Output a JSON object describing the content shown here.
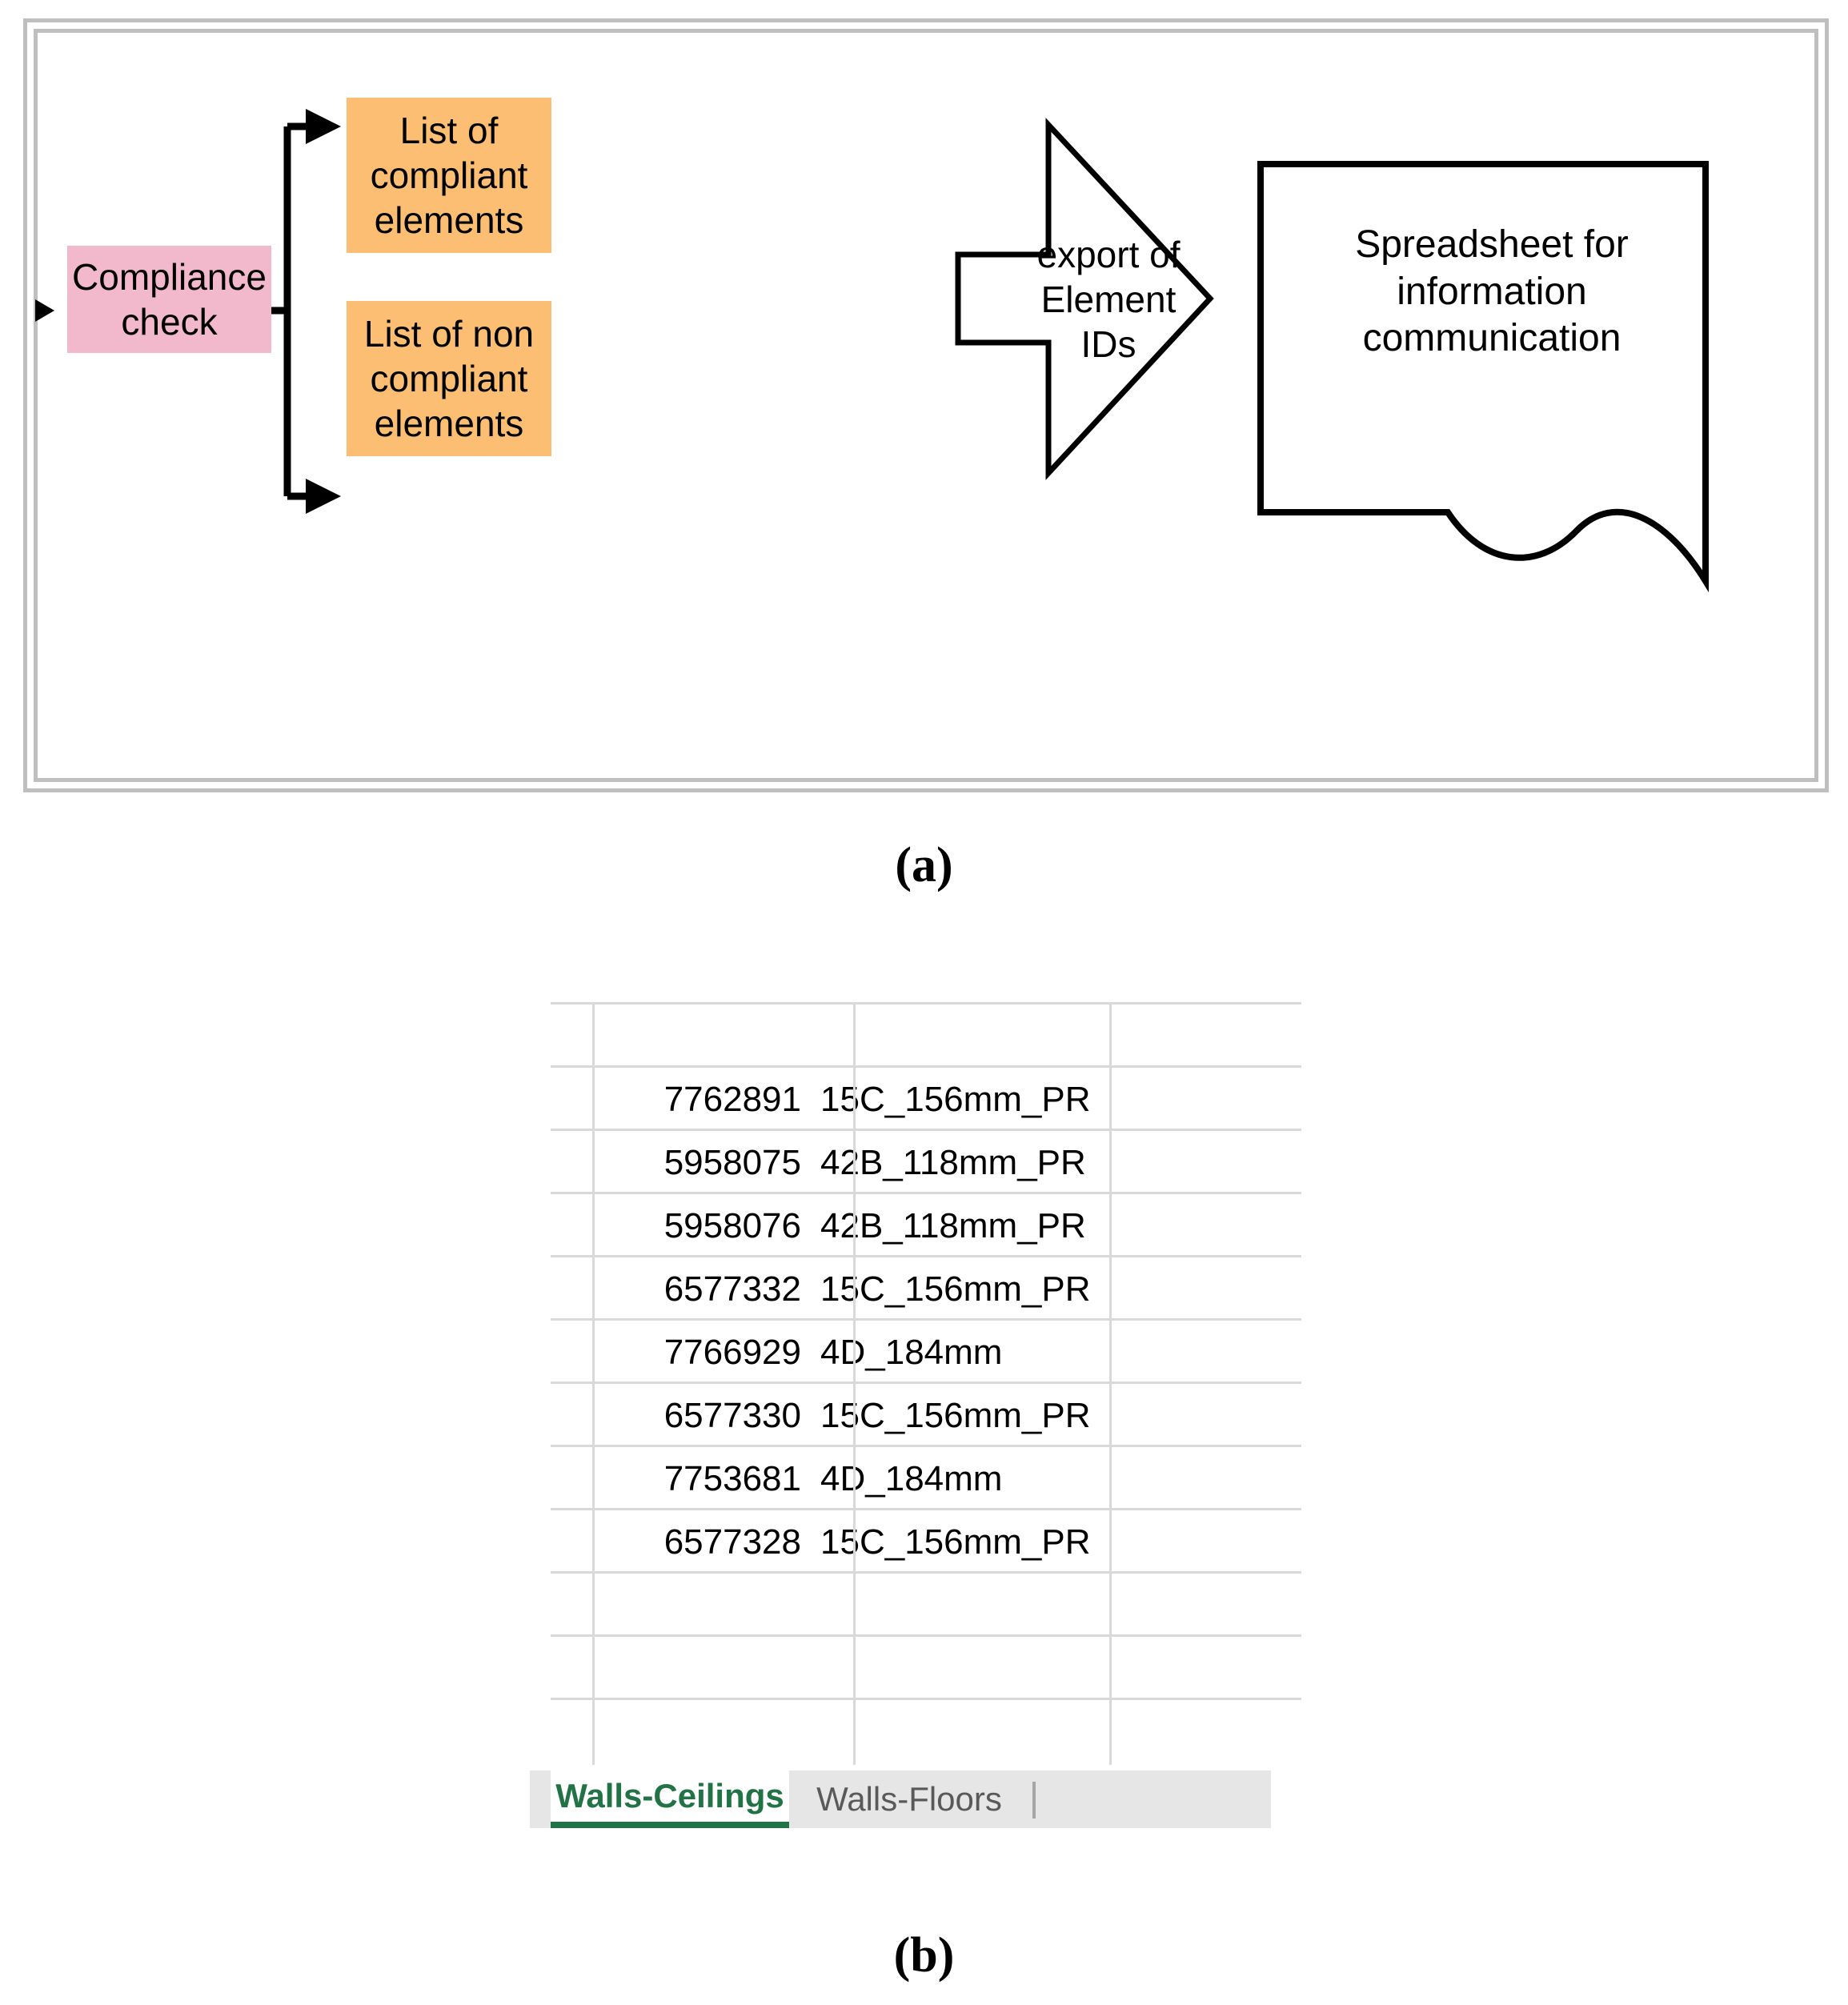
{
  "panel_a": {
    "caption": "(a)",
    "nodes": [
      {
        "id": "compliance-check",
        "label": "Compliance\ncheck",
        "color": "#F2B8CB",
        "shape": "rect"
      },
      {
        "id": "list-compliant",
        "label": "List of\ncompliant\nelements",
        "color": "#FBBE72",
        "shape": "rect"
      },
      {
        "id": "list-noncompliant",
        "label": "List of non\ncompliant\nelements",
        "color": "#FBBE72",
        "shape": "rect"
      },
      {
        "id": "export-element-ids",
        "label": "export of\nElement\nIDs",
        "color": "#FFFFFF",
        "shape": "block-arrow"
      },
      {
        "id": "spreadsheet-doc",
        "label": "Spreadsheet for\ninformation\ncommunication",
        "color": "#FFFFFF",
        "shape": "document"
      }
    ],
    "frame_color": "#BFBFBF",
    "connector_color": "#000000"
  },
  "panel_b": {
    "caption": "(b)",
    "spreadsheet": {
      "gridline_color": "#D9D9D9",
      "columns": [
        "element_id",
        "element_name",
        "spare"
      ],
      "rows": [
        {
          "element_id": "",
          "element_name": ""
        },
        {
          "element_id": "7762891",
          "element_name": "15C_156mm_PR"
        },
        {
          "element_id": "5958075",
          "element_name": "42B_118mm_PR"
        },
        {
          "element_id": "5958076",
          "element_name": "42B_118mm_PR"
        },
        {
          "element_id": "6577332",
          "element_name": "15C_156mm_PR"
        },
        {
          "element_id": "7766929",
          "element_name": "4D_184mm"
        },
        {
          "element_id": "6577330",
          "element_name": "15C_156mm_PR"
        },
        {
          "element_id": "7753681",
          "element_name": "4D_184mm"
        },
        {
          "element_id": "6577328",
          "element_name": "15C_156mm_PR"
        },
        {
          "element_id": "",
          "element_name": ""
        },
        {
          "element_id": "",
          "element_name": ""
        },
        {
          "element_id": "",
          "element_name": ""
        }
      ],
      "tabs": [
        {
          "label": "Walls-Ceilings",
          "active": true,
          "color": "#217346"
        },
        {
          "label": "Walls-Floors",
          "active": false,
          "color": "#595959"
        }
      ]
    }
  }
}
